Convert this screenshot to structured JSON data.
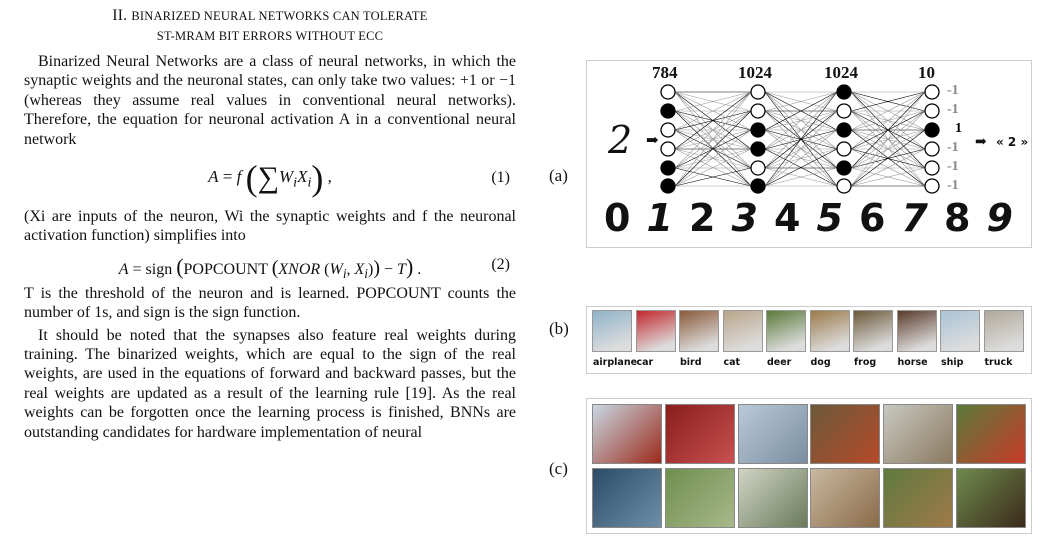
{
  "section": {
    "number": "II.",
    "title_line1": "Binarized Neural Networks Can Tolerate",
    "title_line2": "ST-MRAM Bit Errors without ECC"
  },
  "paragraphs": {
    "p1": "Binarized Neural Networks are a class of neural networks, in which the synaptic weights and the neuronal states, can only take two values: +1 or −1 (whereas they assume real values in conventional neural networks). Therefore, the equation for neuronal activation A in a conventional neural network",
    "p2": "(Xi are inputs of the neuron, Wi the synaptic weights and f the neuronal activation function) simplifies into",
    "p3": "T is the threshold of the neuron and is learned. POPCOUNT counts the number of 1s, and sign is the sign function.",
    "p4": "It should be noted that the synapses also feature real weights during training. The binarized weights, which are equal to the sign of the real weights, are used in the equations of forward and backward passes, but the real weights are updated as a result of the learning rule [19]. As the real weights can be forgotten once the learning process is finished, BNNs are outstanding candidates for hardware implementation of neural"
  },
  "equations": {
    "eq1_number": "(1)",
    "eq2_number": "(2)"
  },
  "figure": {
    "label_a": "(a)",
    "label_b": "(b)",
    "label_c": "(c)",
    "layers": [
      "784",
      "1024",
      "1024",
      "10"
    ],
    "outputs": [
      "-1",
      "-1",
      "1",
      "-1",
      "-1",
      "-1"
    ],
    "input_digit": "2",
    "result": "« 2 »",
    "digits": [
      "0",
      "1",
      "2",
      "3",
      "4",
      "5",
      "6",
      "7",
      "8",
      "9"
    ],
    "cifar_classes": [
      "airplane",
      "car",
      "bird",
      "cat",
      "deer",
      "dog",
      "frog",
      "horse",
      "ship",
      "truck"
    ]
  }
}
